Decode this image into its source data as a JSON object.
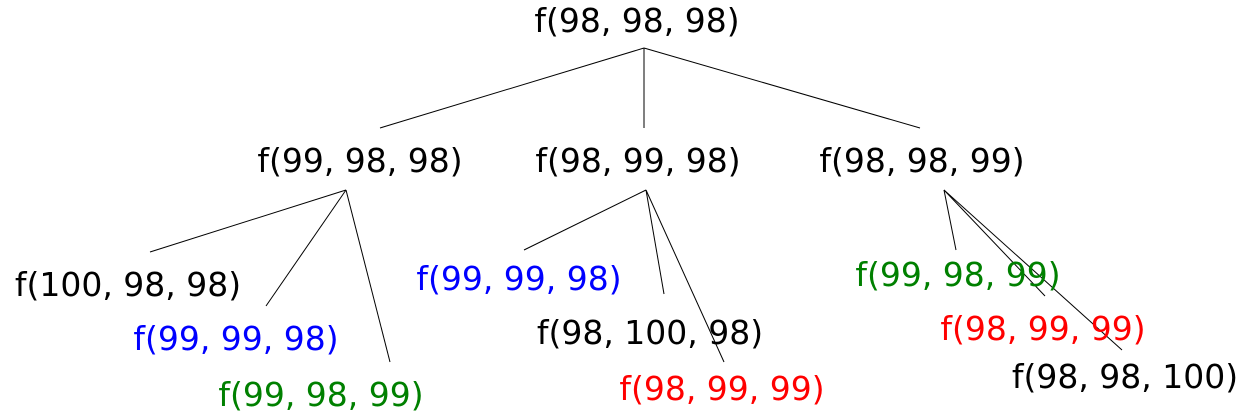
{
  "colors": {
    "default": "#000000",
    "blue": "#0000ff",
    "green": "#008000",
    "red": "#ff0000"
  },
  "nodes": [
    {
      "id": "n0",
      "label": "f(98, 98, 98)",
      "color": "default"
    },
    {
      "id": "n1",
      "label": "f(99, 98, 98)",
      "color": "default"
    },
    {
      "id": "n2",
      "label": "f(98, 99, 98)",
      "color": "default"
    },
    {
      "id": "n3",
      "label": "f(98, 98, 99)",
      "color": "default"
    },
    {
      "id": "n4",
      "label": "f(100, 98, 98)",
      "color": "default"
    },
    {
      "id": "n5",
      "label": "f(99, 99, 98)",
      "color": "blue"
    },
    {
      "id": "n6",
      "label": "f(99, 98, 99)",
      "color": "green"
    },
    {
      "id": "n7",
      "label": "f(99, 99, 98)",
      "color": "blue"
    },
    {
      "id": "n8",
      "label": "f(98, 100, 98)",
      "color": "default"
    },
    {
      "id": "n9",
      "label": "f(98, 99, 99)",
      "color": "red"
    },
    {
      "id": "n10",
      "label": "f(99, 98, 99)",
      "color": "green"
    },
    {
      "id": "n11",
      "label": "f(98, 99, 99)",
      "color": "red"
    },
    {
      "id": "n12",
      "label": "f(98, 98, 100)",
      "color": "default"
    }
  ],
  "edges": [
    {
      "from": "n0",
      "to": "n1"
    },
    {
      "from": "n0",
      "to": "n2"
    },
    {
      "from": "n0",
      "to": "n3"
    },
    {
      "from": "n1",
      "to": "n4"
    },
    {
      "from": "n1",
      "to": "n5"
    },
    {
      "from": "n1",
      "to": "n6"
    },
    {
      "from": "n2",
      "to": "n7"
    },
    {
      "from": "n2",
      "to": "n8"
    },
    {
      "from": "n2",
      "to": "n9"
    },
    {
      "from": "n3",
      "to": "n10"
    },
    {
      "from": "n3",
      "to": "n11"
    },
    {
      "from": "n3",
      "to": "n12"
    }
  ]
}
